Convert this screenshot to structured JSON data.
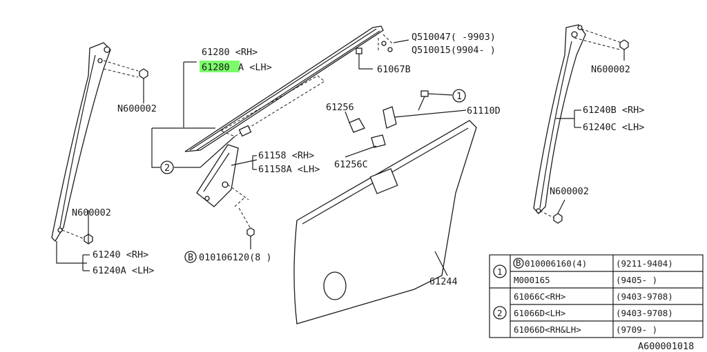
{
  "parts": {
    "p61280": "61280 <RH>",
    "p61280a_code": "61280",
    "p61280a_suffix": "A <LH>",
    "p_n600002_left": "N600002",
    "p_n600002_right_top": "N600002",
    "p_n600002_right_bottom": "N600002",
    "p_n600002_lower_left": "N600002",
    "q510047": "Q510047( -9903)",
    "q510015": "Q510015(9904- )",
    "p61067b": "61067B",
    "p61256": "61256",
    "p61110d": "61110D",
    "p61240b": "61240B <RH>",
    "p61240c": "61240C <LH>",
    "p61158": "61158  <RH>",
    "p61158a": "61158A <LH>",
    "p61256c": "61256C",
    "p010106120": "010106120(8 )",
    "p61240": "61240  <RH>",
    "p61240a": "61240A <LH>",
    "p61244": "61244",
    "callout_1": "1",
    "callout_2": "2",
    "b_marker": "B"
  },
  "table": {
    "group1": "1",
    "group2": "2",
    "rows": [
      {
        "part": "010006160(4)",
        "range": "(9211-9404)",
        "b_marker": "B"
      },
      {
        "part": "M000165",
        "range": "(9405-    )"
      },
      {
        "part": "61066C<RH>",
        "range": "(9403-9708)"
      },
      {
        "part": "61066D<LH>",
        "range": "(9403-9708)"
      },
      {
        "part": "61066D<RH&LH>",
        "range": "(9709-    )"
      }
    ]
  },
  "drawing_number": "A600001018",
  "highlight_color": "#7CFC6A"
}
